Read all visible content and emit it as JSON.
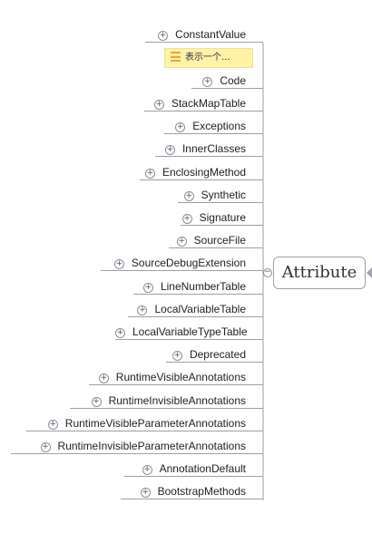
{
  "root": {
    "label": "Attribute"
  },
  "note": {
    "text": "表示一个..."
  },
  "children": [
    "ConstantValue",
    "Code",
    "StackMapTable",
    "Exceptions",
    "InnerClasses",
    "EnclosingMethod",
    "Synthetic",
    "Signature",
    "SourceFile",
    "SourceDebugExtension",
    "LineNumberTable",
    "LocalVariableTable",
    "LocalVariableTypeTable",
    "Deprecated",
    "RuntimeVisibleAnnotations",
    "RuntimeInvisibleAnnotations",
    "RuntimeVisibleParameterAnnotations",
    "RuntimeInvisibleParameterAnnotations",
    "AnnotationDefault",
    "BootstrapMethods"
  ],
  "icons": {
    "expand": "plus-circle-icon",
    "collapse": "minus-circle-icon",
    "note": "note-icon"
  },
  "colors": {
    "note_background": "#fdf2a6",
    "line": "#9aa0a6"
  }
}
